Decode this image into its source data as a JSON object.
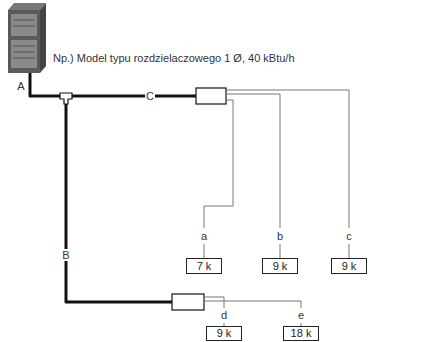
{
  "diagram": {
    "title": "Np.) Model typu rozdzielaczowego 1 Ø, 40 kBtu/h",
    "nodes": [
      {
        "text": [
          "7 k"
        ]
      },
      {
        "text": [
          "9 k"
        ]
      },
      {
        "text": [
          "9 k"
        ]
      },
      {
        "text": [
          "9 k"
        ]
      },
      {
        "text": [
          "18 k"
        ]
      }
    ],
    "labels": [
      "A",
      "B",
      "C",
      "a",
      "b",
      "c",
      "d",
      "e"
    ]
  }
}
